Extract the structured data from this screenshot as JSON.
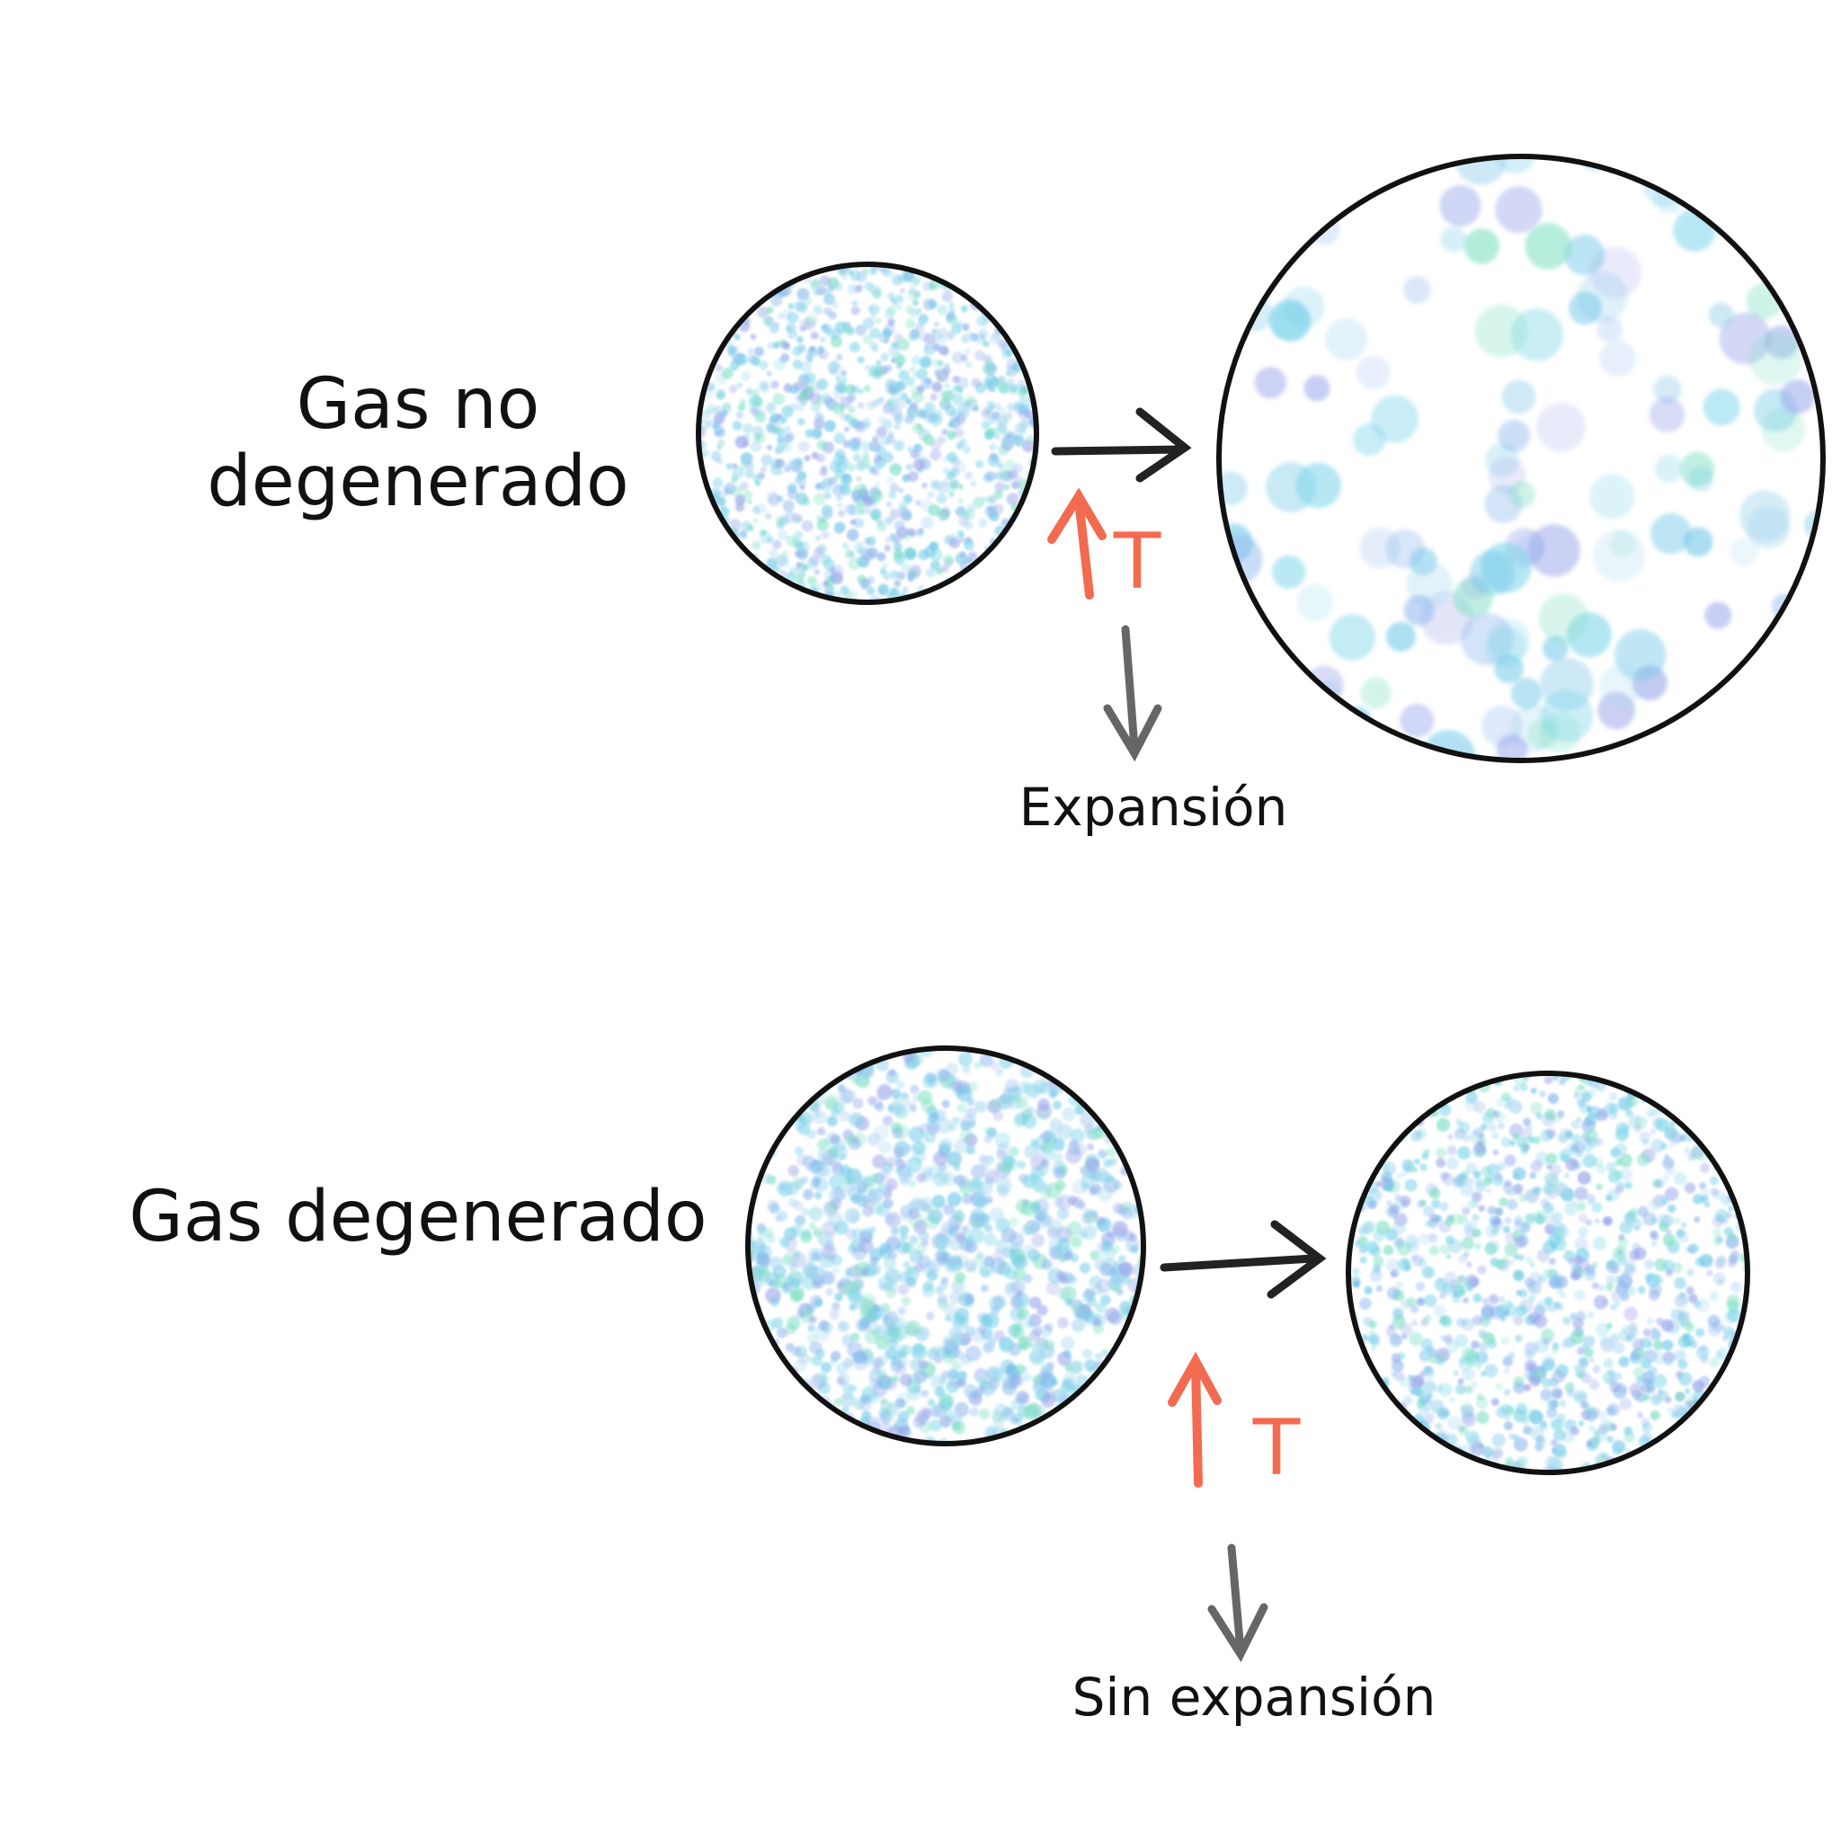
{
  "top_row": {
    "label_line1": "Gas no",
    "label_line2": "degenerado",
    "temperature_symbol": "T",
    "caption": "Expansión",
    "particles_before": "dense",
    "particles_after": "sparse"
  },
  "bottom_row": {
    "label": "Gas degenerado",
    "temperature_symbol": "T",
    "caption": "Sin expansión",
    "particles_before": "dense",
    "particles_after": "dense"
  },
  "colors": {
    "outline": "#111111",
    "temperature": "#f26b50",
    "consequence_arrow": "#666666",
    "particle_palette": [
      "#7fd6ea",
      "#8fb8ee",
      "#9aa6ea",
      "#7fe0c4",
      "#a8d8f0",
      "#6fc7e8"
    ]
  }
}
